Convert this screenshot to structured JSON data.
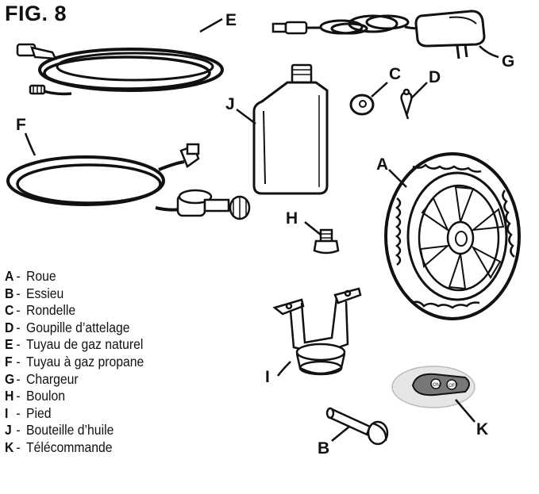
{
  "figure": {
    "title": "FIG. 8"
  },
  "callouts": {
    "A": "A",
    "B": "B",
    "C": "C",
    "D": "D",
    "E": "E",
    "F": "F",
    "G": "G",
    "H": "H",
    "I": "I",
    "J": "J",
    "K": "K"
  },
  "legend": [
    {
      "letter": "A",
      "sep": "-",
      "name": "Roue"
    },
    {
      "letter": "B",
      "sep": "-",
      "name": "Essieu"
    },
    {
      "letter": "C",
      "sep": "-",
      "name": "Rondelle"
    },
    {
      "letter": "D",
      "sep": "-",
      "name": "Goupille d’attelage"
    },
    {
      "letter": "E",
      "sep": "-",
      "name": "Tuyau de gaz naturel"
    },
    {
      "letter": "F",
      "sep": "-",
      "name": "Tuyau à gaz propane"
    },
    {
      "letter": "G",
      "sep": "-",
      "name": "Chargeur"
    },
    {
      "letter": "H",
      "sep": "-",
      "name": "Boulon"
    },
    {
      "letter": "I",
      "sep": "-",
      "name": "Pied"
    },
    {
      "letter": "J",
      "sep": "-",
      "name": "Bouteille d’huile"
    },
    {
      "letter": "K",
      "sep": "-",
      "name": "Télécommande"
    }
  ]
}
